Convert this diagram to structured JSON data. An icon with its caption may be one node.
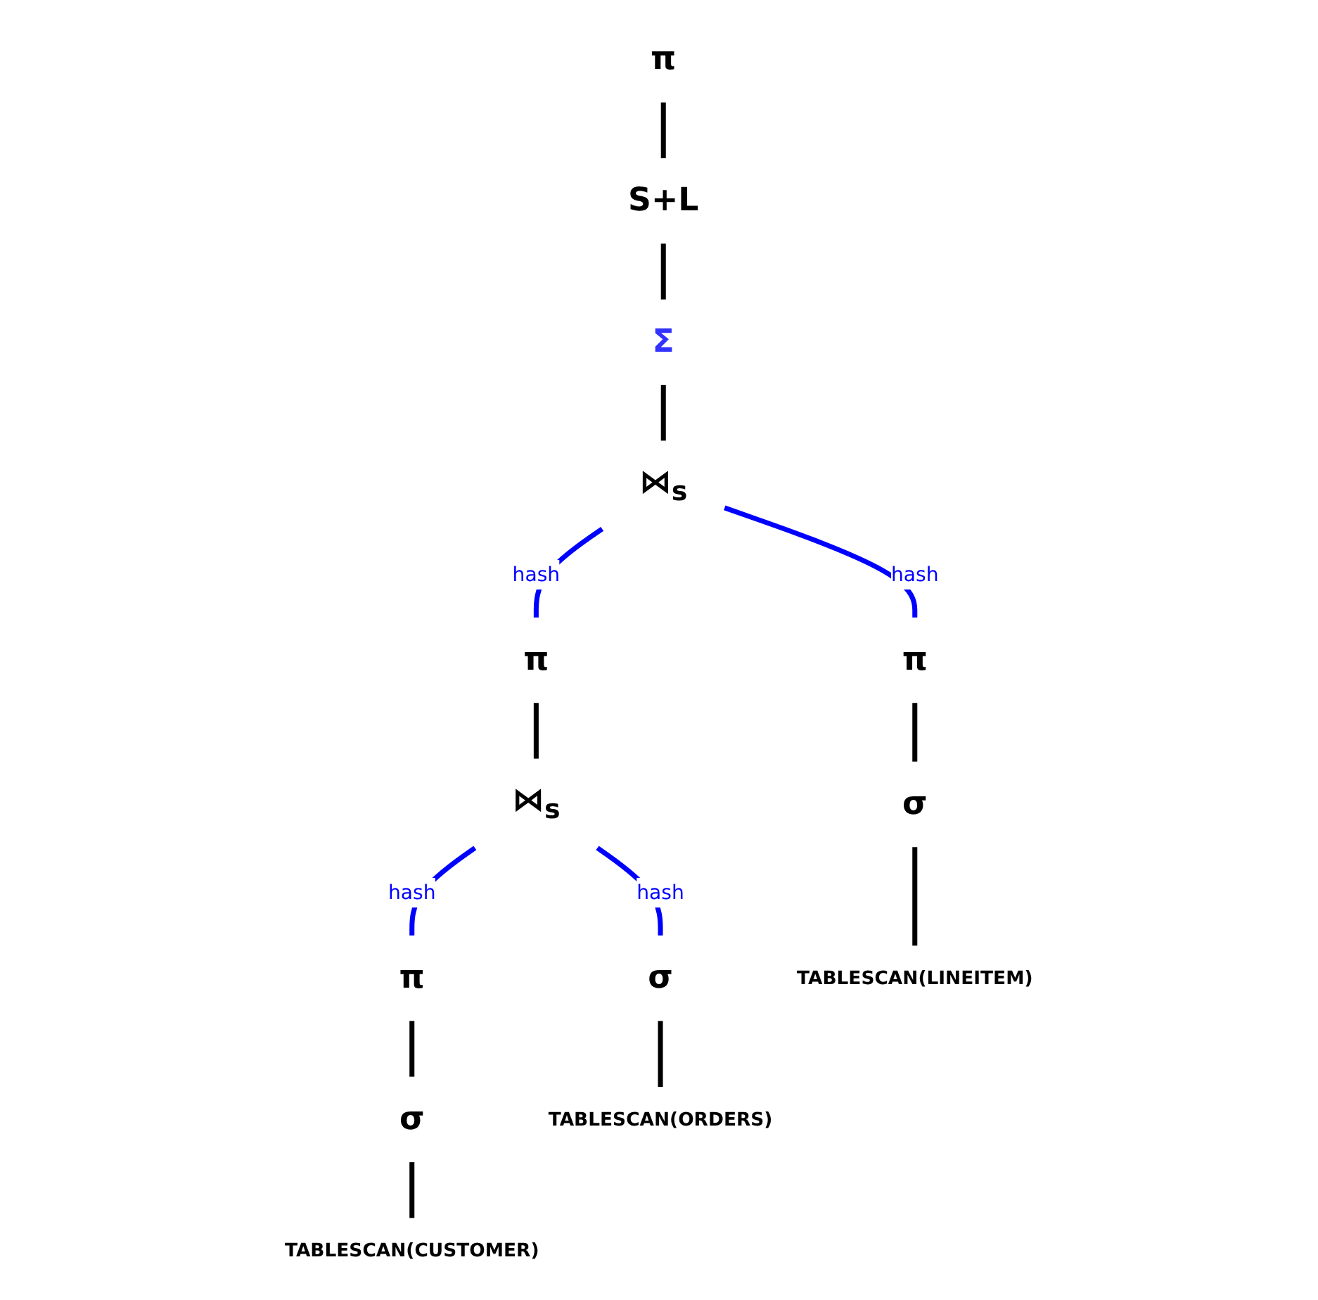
{
  "diagram": {
    "nodes": [
      {
        "text": [
          "π"
        ]
      },
      {
        "text": [
          "S+L"
        ]
      },
      {
        "text": [
          "Σ"
        ]
      },
      {
        "text": [
          "⋈$_{s}$"
        ]
      },
      {
        "text": [
          "π"
        ]
      },
      {
        "text": [
          "⋈$_{s}$"
        ]
      },
      {
        "text": [
          "π"
        ]
      },
      {
        "text": [
          "π"
        ]
      },
      {
        "text": [
          "σ"
        ]
      },
      {
        "text": [
          "σ"
        ]
      },
      {
        "text": [
          "σ"
        ]
      },
      {
        "text": [
          "TABLESCAN(ORDERS)"
        ]
      },
      {
        "text": [
          "TABLESCAN(CUSTOMER)"
        ]
      },
      {
        "text": [
          "TABLESCAN(LINEITEM)"
        ]
      }
    ],
    "edges": [
      {
        "from": 0,
        "to": 1,
        "arrow": "none"
      },
      {
        "from": 1,
        "to": 2,
        "arrow": "none"
      },
      {
        "from": 2,
        "to": 3,
        "arrow": "none"
      },
      {
        "from": 3,
        "to": 4,
        "arrow": "none",
        "label": "hash",
        "color": "#0000ff"
      },
      {
        "from": 3,
        "to": 6,
        "arrow": "none",
        "label": "hash",
        "color": "#0000ff"
      },
      {
        "from": 4,
        "to": 5,
        "arrow": "none"
      },
      {
        "from": 5,
        "to": 9,
        "arrow": "none",
        "label": "hash",
        "color": "#0000ff"
      },
      {
        "from": 5,
        "to": 7,
        "arrow": "none",
        "label": "hash",
        "color": "#0000ff"
      },
      {
        "from": 7,
        "to": 10,
        "arrow": "none"
      },
      {
        "from": 6,
        "to": 8,
        "arrow": "none"
      },
      {
        "from": 9,
        "to": 11,
        "arrow": "none"
      },
      {
        "from": 10,
        "to": 12,
        "arrow": "none"
      },
      {
        "from": 8,
        "to": 13,
        "arrow": "none"
      }
    ]
  }
}
